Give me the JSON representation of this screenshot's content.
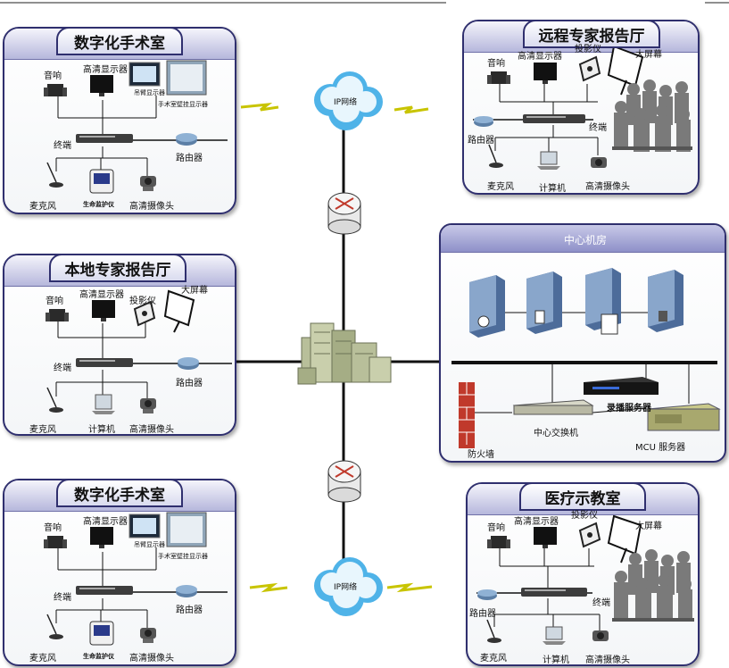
{
  "panels": {
    "or_top": {
      "title": "数字化手术室",
      "labels": {
        "speaker": "音响",
        "monitor": "高清显示器",
        "boom": "吊臂显示器",
        "wall": "手术室壁挂显示器",
        "terminal": "终端",
        "router": "路由器",
        "mic": "麦克风",
        "vital": "生命监护仪",
        "camera": "高清摄像头"
      }
    },
    "remote_hall": {
      "title": "远程专家报告厅",
      "labels": {
        "speaker": "音响",
        "monitor": "高清显示器",
        "projector": "投影仪",
        "screen": "大屏幕",
        "router": "路由器",
        "terminal": "终端",
        "mic": "麦克风",
        "computer": "计算机",
        "camera": "高清摄像头"
      }
    },
    "local_hall": {
      "title": "本地专家报告厅",
      "labels": {
        "speaker": "音响",
        "monitor": "高清显示器",
        "projector": "投影仪",
        "screen": "大屏幕",
        "terminal": "终端",
        "router": "路由器",
        "mic": "麦克风",
        "computer": "计算机",
        "camera": "高清摄像头"
      }
    },
    "datacenter": {
      "title": "中心机房",
      "labels": {
        "recording": "录播服务器",
        "switch": "中心交换机",
        "firewall": "防火墙",
        "mcu": "MCU 服务器"
      }
    },
    "or_bottom": {
      "title": "数字化手术室",
      "labels": {
        "speaker": "音响",
        "monitor": "高清显示器",
        "boom": "吊臂显示器",
        "wall": "手术室壁挂显示器",
        "terminal": "终端",
        "router": "路由器",
        "mic": "麦克风",
        "vital": "生命监护仪",
        "camera": "高清摄像头"
      }
    },
    "teaching": {
      "title": "医疗示教室",
      "labels": {
        "speaker": "音响",
        "monitor": "高清显示器",
        "projector": "投影仪",
        "screen": "大屏幕",
        "router": "路由器",
        "terminal": "终端",
        "mic": "麦克风",
        "computer": "计算机",
        "camera": "高清摄像头"
      }
    }
  },
  "network": {
    "cloud_top": "IP网络",
    "cloud_bottom": "IP网络"
  },
  "colors": {
    "border": "#2f2f6e",
    "header": "#b6b7dc",
    "cloud": "#4fb3e8",
    "bolt": "#c8c400",
    "router": "#5c7fa6",
    "firewall": "#c0392b"
  }
}
